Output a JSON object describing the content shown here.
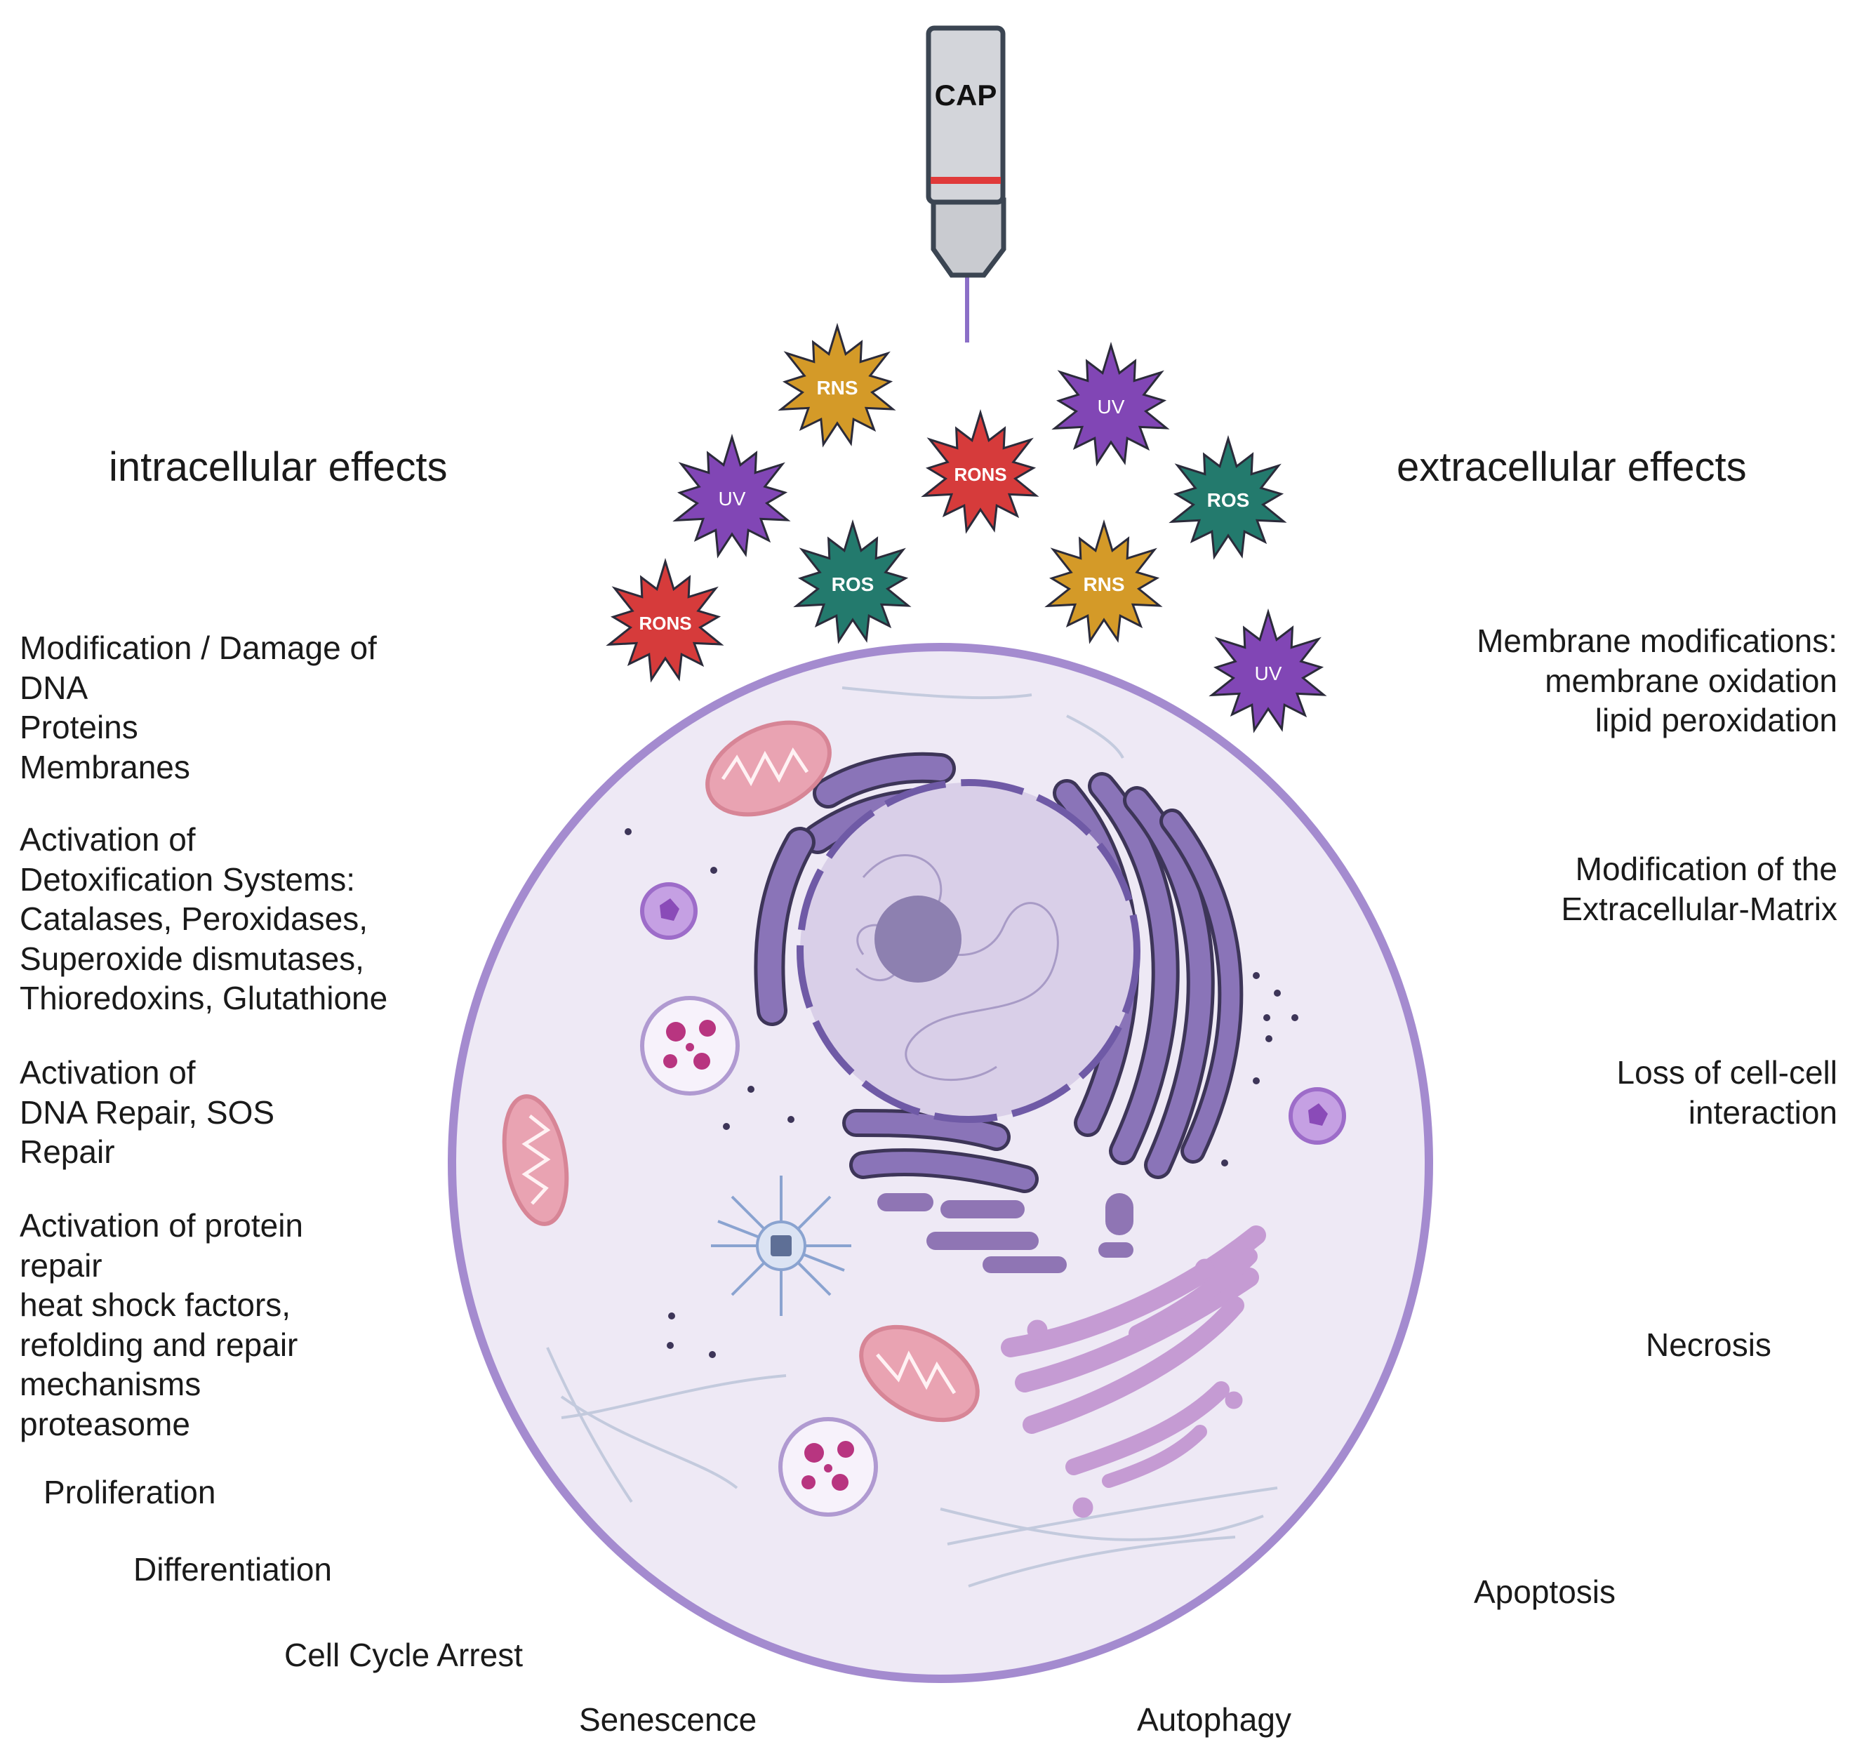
{
  "device": {
    "label": "CAP"
  },
  "species": [
    {
      "label": "RNS",
      "color": "#d49a28"
    },
    {
      "label": "UV",
      "color": "#8146b5"
    },
    {
      "label": "RONS",
      "color": "#d63b3b"
    },
    {
      "label": "ROS",
      "color": "#237a6d"
    },
    {
      "label": "UV",
      "color": "#8146b5"
    },
    {
      "label": "ROS",
      "color": "#237a6d"
    },
    {
      "label": "RNS",
      "color": "#d49a28"
    },
    {
      "label": "RONS",
      "color": "#d63b3b"
    },
    {
      "label": "UV",
      "color": "#8146b5"
    }
  ],
  "headings": {
    "intracellular": "intracellular effects",
    "extracellular": "extracellular effects"
  },
  "intracellular": {
    "damage": [
      "Modification / Damage of",
      "DNA",
      "Proteins",
      "Membranes"
    ],
    "detox": [
      "Activation of",
      "Detoxification Systems:",
      "Catalases, Peroxidases,",
      "Superoxide dismutases,",
      "Thioredoxins, Glutathione"
    ],
    "dna_repair": [
      "Activation of",
      "DNA Repair, SOS",
      "Repair"
    ],
    "protein_repair": [
      "Activation of protein",
      "repair",
      "heat shock factors,",
      "refolding and repair",
      "mechanisms",
      "proteasome"
    ]
  },
  "extracellular": {
    "membrane": [
      "Membrane modifications:",
      "membrane oxidation",
      "lipid peroxidation"
    ],
    "matrix": [
      "Modification of the",
      "Extracellular-Matrix"
    ],
    "cell_contact": [
      "Loss of cell-cell",
      "interaction"
    ],
    "necrosis": "Necrosis"
  },
  "outcomes": {
    "proliferation": "Proliferation",
    "differentiation": "Differentiation",
    "cell_cycle_arrest": "Cell Cycle Arrest",
    "senescence": "Senescence",
    "autophagy": "Autophagy",
    "apoptosis": "Apoptosis"
  },
  "colors": {
    "cell_membrane": "#a48bcf",
    "cytoplasm": "#eee9f5",
    "nucleus": "#d9cfe8",
    "nucleolus": "#8d80b0",
    "er": "#8a74b8",
    "mitochondria": "#e9a3b2",
    "golgi": "#c59bd3",
    "vesicle_dots": "#b83580"
  }
}
